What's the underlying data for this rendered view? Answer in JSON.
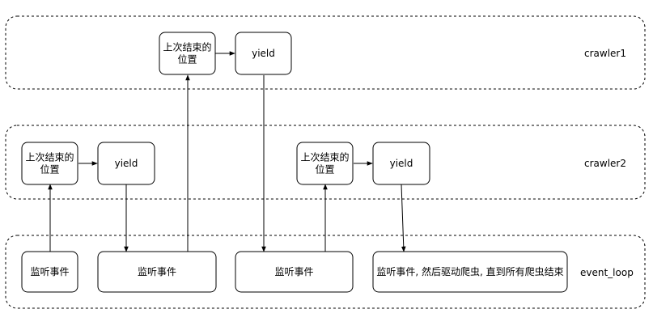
{
  "diagram": {
    "lanes": [
      {
        "id": "crawler1",
        "label": "crawler1"
      },
      {
        "id": "crawler2",
        "label": "crawler2"
      },
      {
        "id": "event_loop",
        "label": "event_loop"
      }
    ],
    "nodes": {
      "c1_resume": {
        "lines": [
          "上次结束的",
          "位置"
        ]
      },
      "c1_yield": {
        "lines": [
          "yield"
        ]
      },
      "c2_resume_a": {
        "lines": [
          "上次结束的",
          "位置"
        ]
      },
      "c2_yield_a": {
        "lines": [
          "yield"
        ]
      },
      "c2_resume_b": {
        "lines": [
          "上次结束的",
          "位置"
        ]
      },
      "c2_yield_b": {
        "lines": [
          "yield"
        ]
      },
      "ev_listen_1": {
        "lines": [
          "监听事件"
        ]
      },
      "ev_listen_2": {
        "lines": [
          "监听事件"
        ]
      },
      "ev_listen_3": {
        "lines": [
          "监听事件"
        ]
      },
      "ev_listen_4": {
        "lines": [
          "监听事件, 然后驱动爬虫, 直到所有爬虫结束"
        ]
      }
    }
  }
}
